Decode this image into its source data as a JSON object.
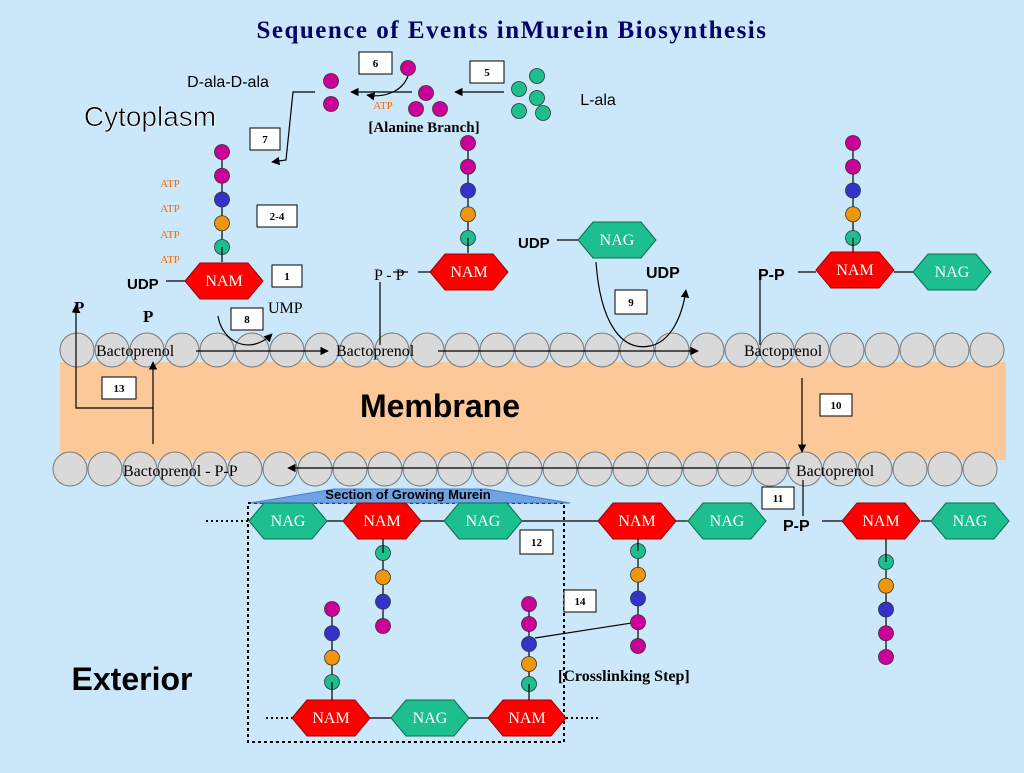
{
  "title": "Sequence of Events inMurein Biosynthesis",
  "regions": {
    "cytoplasm": "Cytoplasm",
    "membrane": "Membrane",
    "exterior": "Exterior"
  },
  "alanine_branch": {
    "caption": "[Alanine Branch]",
    "d_ala_d_ala": "D-ala-D-ala",
    "l_ala": "L-ala",
    "atp": "ATP"
  },
  "atp_labels": [
    "ATP",
    "ATP",
    "ATP",
    "ATP"
  ],
  "labels": {
    "nam": "NAM",
    "nag": "NAG",
    "udp": "UDP",
    "ump": "UMP",
    "p": "P",
    "pp": "P-P",
    "p_p_split": "P - P",
    "bactoprenol": "Bactoprenol",
    "bactoprenol_pp": "Bactoprenol - P-P",
    "growing_murein": "Section of Growing Murein",
    "crosslinking": "[Crosslinking Step]"
  },
  "steps": [
    "1",
    "2-4",
    "5",
    "6",
    "7",
    "8",
    "9",
    "10",
    "11",
    "12",
    "13",
    "14"
  ],
  "colors": {
    "background": "#cbe8fa",
    "membrane": "#fdc898",
    "bead": "#d9d9d9",
    "nam": "#ff0000",
    "nag": "#1dbf8f",
    "magenta": "#cc0099",
    "blue": "#3333cc",
    "orange": "#f0960a",
    "teal": "#1dbf8f",
    "atp": "#ff6600",
    "title": "#000066"
  }
}
